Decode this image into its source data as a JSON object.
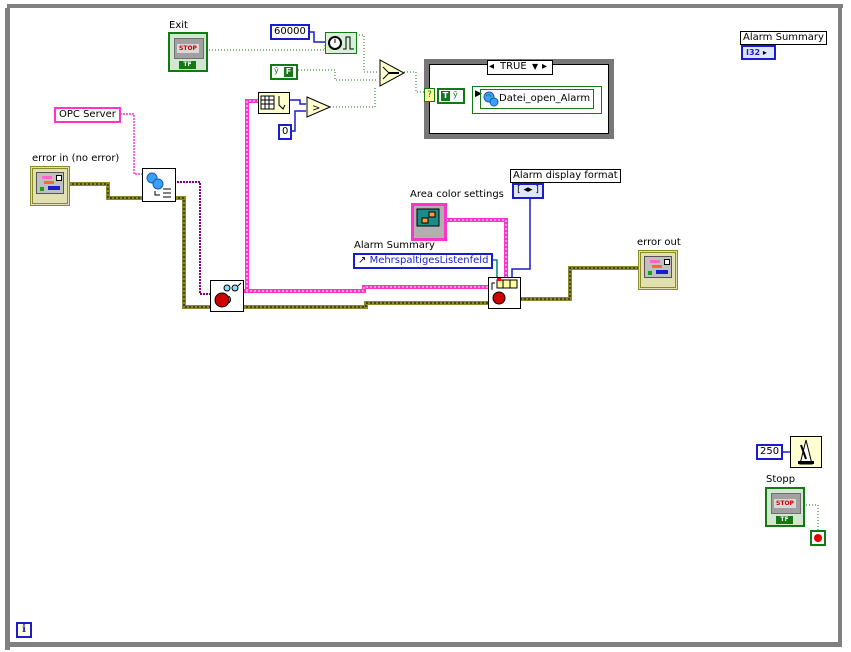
{
  "diagram": {
    "controls": {
      "exit": {
        "label": "Exit",
        "button_text": "STOP",
        "tf_text": "TF"
      },
      "stopp": {
        "label": "Stopp",
        "button_text": "STOP",
        "tf_text": "TF"
      },
      "error_in": {
        "label": "error in (no error)"
      },
      "error_out": {
        "label": "error out"
      },
      "area_color": {
        "label": "Area color settings"
      },
      "alarm_display_format": {
        "label": "Alarm display format",
        "value": "[ ◂▸ ]"
      },
      "alarm_summary_indicator": {
        "label": "Alarm Summary",
        "type": "I32"
      },
      "alarm_summary_ref": {
        "label": "Alarm Summary",
        "value": "MehrspaltigesListenfeld"
      }
    },
    "constants": {
      "timeout": "60000",
      "zero": "0",
      "wait_ms": "250",
      "opc_server": "OPC Server",
      "false_const": "F",
      "true_const": "T"
    },
    "case_structure": {
      "selector": "TRUE",
      "subvi": "Datei_open_Alarm"
    },
    "colors": {
      "boolean_wire": "#137a13",
      "numeric_wire": "#1c1ccf",
      "string_wire": "#ff33cc",
      "error_wire": "#8a8a2a",
      "refnum_wire": "#800080",
      "frame": "#808080"
    },
    "info_icon": "i"
  }
}
